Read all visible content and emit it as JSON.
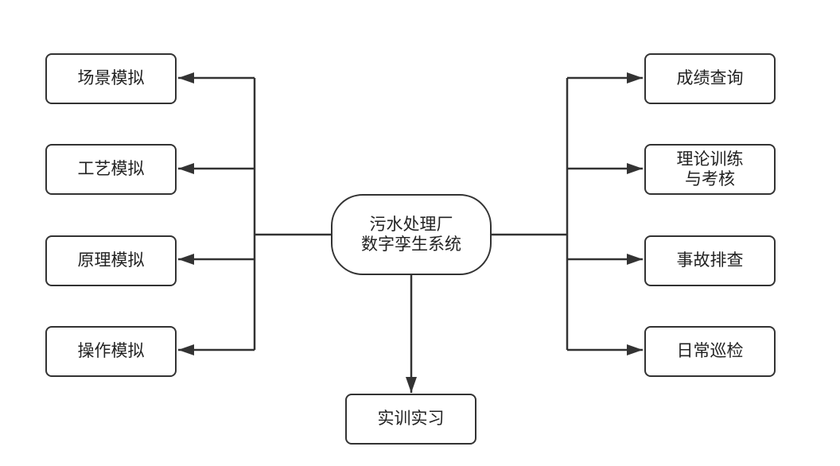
{
  "center": {
    "line1": "污水处理厂",
    "line2": "数字孪生系统"
  },
  "left_nodes": [
    {
      "label": "场景模拟"
    },
    {
      "label": "工艺模拟"
    },
    {
      "label": "原理模拟"
    },
    {
      "label": "操作模拟"
    }
  ],
  "right_nodes": [
    {
      "label": "成绩查询"
    },
    {
      "line1": "理论训练",
      "line2": "与考核"
    },
    {
      "label": "事故排查"
    },
    {
      "label": "日常巡检"
    }
  ],
  "bottom_node": {
    "label": "实训实习"
  },
  "colors": {
    "stroke": "#333333",
    "text": "#222222",
    "background": "#ffffff"
  }
}
